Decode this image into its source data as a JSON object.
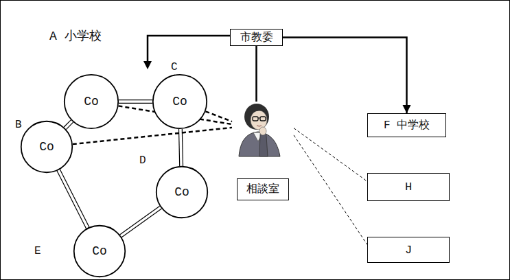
{
  "diagram": {
    "nodes": [
      {
        "text": [
          "市教委"
        ]
      },
      {
        "text": [
          "Co"
        ]
      },
      {
        "text": [
          "C",
          "Co"
        ]
      },
      {
        "text": [
          "B",
          "Co"
        ]
      },
      {
        "text": [
          "F 中学校"
        ]
      },
      {
        "text": [
          "D",
          "Co"
        ]
      },
      {
        "text": [
          "相談室"
        ]
      },
      {
        "text": [
          "H"
        ]
      },
      {
        "text": [
          "E",
          "Co"
        ]
      },
      {
        "text": [
          "J"
        ]
      }
    ],
    "edges": [
      {
        "from": 0,
        "to": 4,
        "arrow": "to"
      },
      {
        "from": 0,
        "to": 6,
        "arrow": "none"
      },
      {
        "from": 1,
        "to": 2,
        "arrow": "none"
      },
      {
        "from": 1,
        "to": 3,
        "arrow": "none"
      },
      {
        "from": 2,
        "to": 5,
        "arrow": "none"
      },
      {
        "from": 3,
        "to": 8,
        "arrow": "none"
      },
      {
        "from": 8,
        "to": 5,
        "arrow": "none"
      },
      {
        "from": 1,
        "to": 6,
        "arrow": "none"
      },
      {
        "from": 2,
        "to": 6,
        "arrow": "none"
      },
      {
        "from": 3,
        "to": 6,
        "arrow": "none"
      },
      {
        "from": 6,
        "to": 7,
        "arrow": "none"
      },
      {
        "from": 6,
        "to": 9,
        "arrow": "none"
      }
    ],
    "labels": [
      "A 小学校"
    ]
  }
}
